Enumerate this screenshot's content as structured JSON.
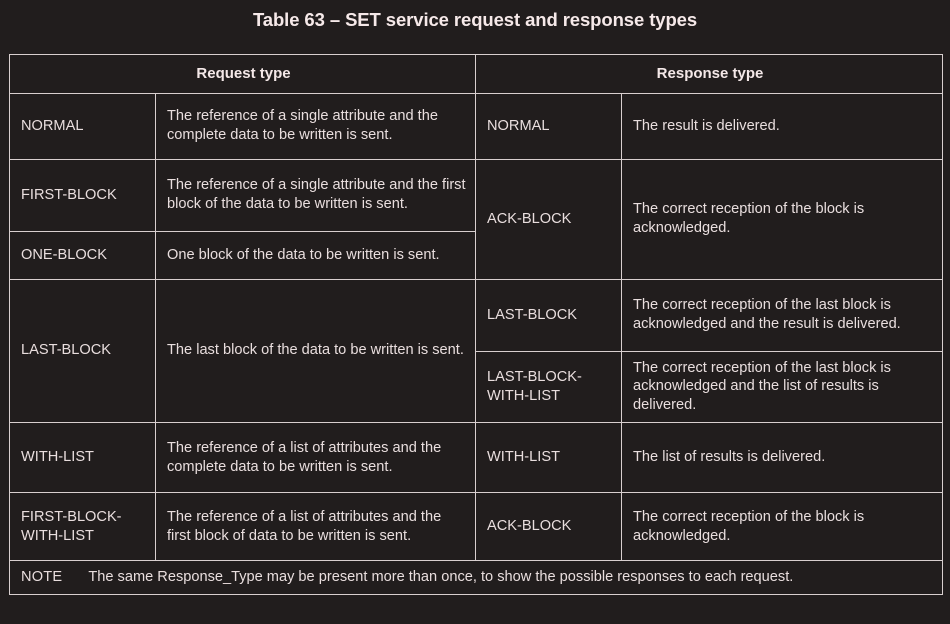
{
  "document": {
    "title": "Table 63 – SET service request and response types"
  },
  "table": {
    "headers": {
      "request": "Request type",
      "response": "Response type"
    },
    "request_rows": [
      {
        "type": "NORMAL",
        "description": "The reference of a single attribute and the complete data to be written is sent."
      },
      {
        "type": "FIRST-BLOCK",
        "description": "The reference of a single attribute and the first block of the data to be written is sent."
      },
      {
        "type": "ONE-BLOCK",
        "description": "One block of the data to be written is sent."
      },
      {
        "type": "LAST-BLOCK",
        "description": "The last block of the data to be written is sent."
      },
      {
        "type": "WITH-LIST",
        "description": "The reference of a list of attributes and the complete data to be written is sent."
      },
      {
        "type": "FIRST-BLOCK-WITH-LIST",
        "description": "The reference of a list of attributes and the first block of data to be written is sent."
      }
    ],
    "response_rows": [
      {
        "type": "NORMAL",
        "description": "The result is delivered."
      },
      {
        "type": "ACK-BLOCK",
        "description": "The correct reception of the block is acknowledged."
      },
      {
        "type": "LAST-BLOCK",
        "description": "The correct reception of the last block is acknowledged and the result is delivered."
      },
      {
        "type": "LAST-BLOCK-WITH-LIST",
        "description": "The correct reception of the last block is acknowledged and the list of results is delivered."
      },
      {
        "type": "WITH-LIST",
        "description": "The list of results is delivered."
      },
      {
        "type": "ACK-BLOCK",
        "description": "The correct reception of the block is acknowledged."
      }
    ],
    "note": {
      "label": "NOTE",
      "text": "The same Response_Type may be present more than once, to show the possible responses to each request."
    }
  },
  "colors": {
    "background": "#211d1d",
    "text": "#e9dede",
    "border": "#d8cfcf",
    "title": "#f6e9e9"
  }
}
